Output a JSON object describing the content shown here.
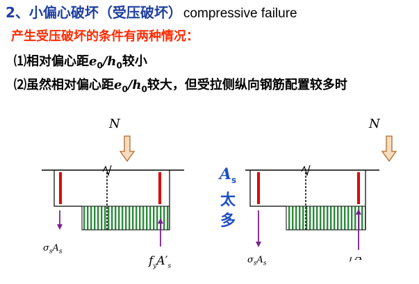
{
  "heading": {
    "number": "2、",
    "cn": "小偏心破坏（受压破坏）",
    "en": "compressive failure"
  },
  "subtitle": "产生受压破坏的条件有两种情况：",
  "condition1": {
    "prefix": "⑴相对偏心距",
    "e": "e",
    "e_sub": "0",
    "slash": "/",
    "h": "h",
    "h_sub": "0",
    "suffix": "较小"
  },
  "condition2": {
    "prefix": "⑵虽然相对偏心距",
    "e": "e",
    "e_sub": "0",
    "slash": "/",
    "h": "h",
    "h_sub": "0",
    "suffix": "较大，但受拉侧纵向钢筋配置较多时"
  },
  "left_diagram": {
    "force_label": "N",
    "tension_label": {
      "sym": "σ",
      "sym_sub": "s",
      "var": "A",
      "var_sub": "s"
    },
    "compression_label": {
      "f": "f",
      "f_sub": "y",
      "var": "A′",
      "var_sub": "s"
    }
  },
  "right_diagram": {
    "force_label": "N",
    "tension_label": {
      "sym": "σ",
      "sym_sub": "s",
      "var": "A",
      "var_sub": "s"
    },
    "compression_label_partial": "f′A′"
  },
  "middle_note": {
    "var": "A",
    "var_sub": "s",
    "line1": "太",
    "line2": "多"
  },
  "colors": {
    "title_blue": "#1f3fa0",
    "subtitle_red": "#ff2a00",
    "rebar_red": "#e00000",
    "arrow_purple": "#7a1f8f",
    "stress_green": "#2a8a3a",
    "force_arrow_fill": "#f5dcc0",
    "force_arrow_stroke": "#b06a2a",
    "note_blue": "#2050c0"
  }
}
